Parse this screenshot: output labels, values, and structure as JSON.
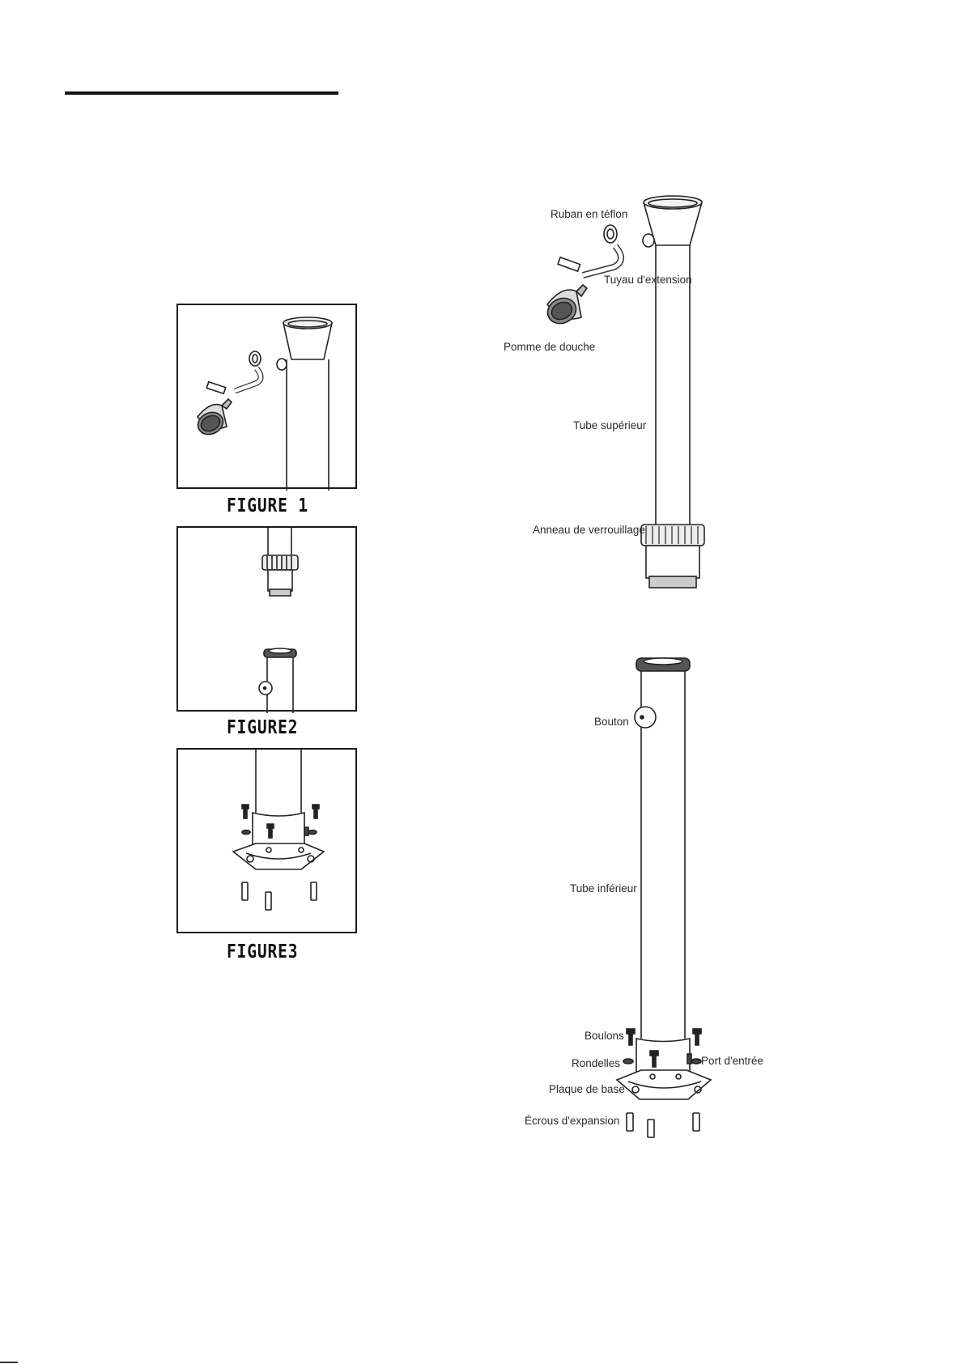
{
  "figures": {
    "fig1": "FIGURE  1",
    "fig2": "FIGURE2",
    "fig3": "FIGURE3"
  },
  "labels": {
    "teflon": "Ruban en téflon",
    "extension": "Tuyau d'extension",
    "showerhead": "Pomme de douche",
    "upper_tube": "Tube supérieur",
    "lock_ring": "Anneau de verrouillage",
    "button": "Bouton",
    "lower_tube": "Tube inférieur",
    "bolts": "Boulons",
    "inlet": "Port d'entrée",
    "washers": "Rondelles",
    "base_plate": "Plaque de base",
    "anchors": "Écrous d'expansion"
  }
}
